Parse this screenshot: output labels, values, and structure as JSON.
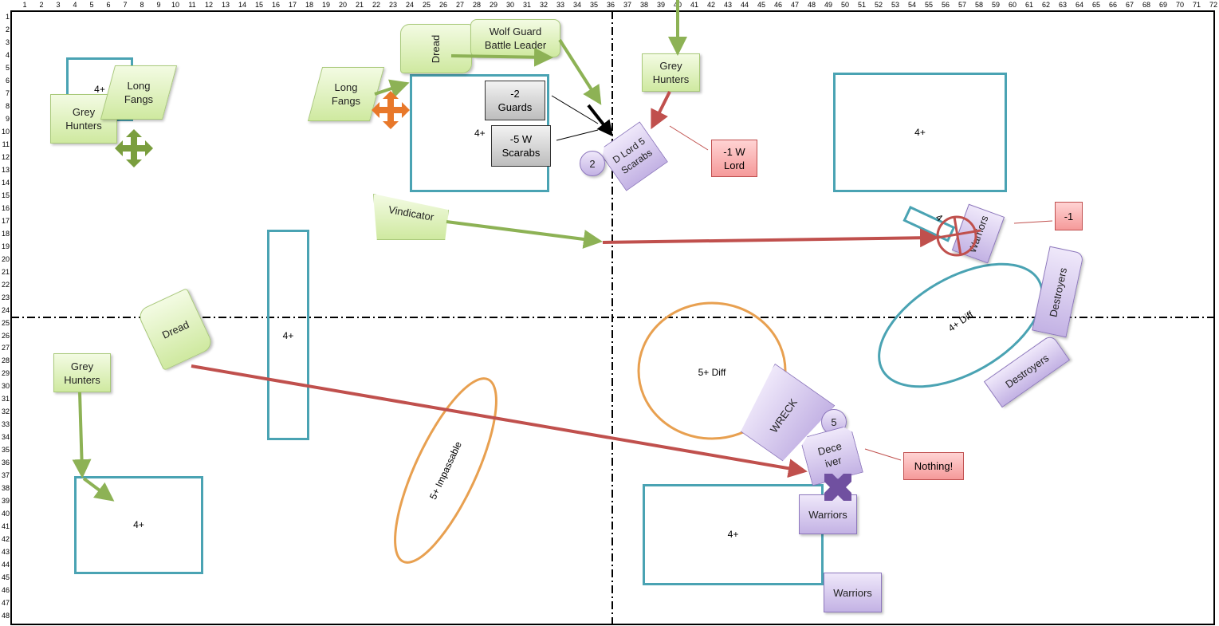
{
  "columns": [
    1,
    2,
    3,
    4,
    5,
    6,
    7,
    8,
    9,
    10,
    11,
    12,
    13,
    14,
    15,
    16,
    17,
    18,
    19,
    20,
    21,
    22,
    23,
    24,
    25,
    26,
    27,
    28,
    29,
    30,
    31,
    32,
    33,
    34,
    35,
    36,
    37,
    38,
    39,
    40,
    41,
    42,
    43,
    44,
    45,
    46,
    47,
    48,
    49,
    50,
    51,
    52,
    53,
    54,
    55,
    56,
    57,
    58,
    59,
    60,
    61,
    62,
    63,
    64,
    65,
    66,
    67,
    68,
    69,
    70,
    71,
    72
  ],
  "rows": [
    1,
    2,
    3,
    4,
    5,
    6,
    7,
    8,
    9,
    10,
    11,
    12,
    13,
    14,
    15,
    16,
    17,
    18,
    19,
    20,
    21,
    22,
    23,
    24,
    25,
    26,
    27,
    28,
    29,
    30,
    31,
    32,
    33,
    34,
    35,
    36,
    37,
    38,
    39,
    40,
    41,
    42,
    43,
    44,
    45,
    46,
    47,
    48
  ],
  "colors": {
    "terrain": "#4aa3b3",
    "difficult": "#e8a050",
    "space_wolves": "#cfe9a0",
    "necrons": "#c3b2e4",
    "move_arrow": "#8db255",
    "fire_arrow": "#c0504d"
  },
  "terrain": {
    "t1": "4+",
    "t2": "4+",
    "t3": "4+",
    "t4": "4+",
    "t5": "4+",
    "t6": "4+",
    "t7": "4",
    "diff_4": "4+ Diff",
    "diff_5": "5+ Diff",
    "impassable": "5+ Impassable"
  },
  "space_wolves": {
    "grey_hunters_1": "Grey Hunters",
    "long_fangs_1": "Long Fangs",
    "long_fangs_2": "Long Fangs",
    "dread_1": "Dread",
    "wolf_guard": "Wolf Guard Battle Leader",
    "grey_hunters_2": "Grey Hunters",
    "vindicator": "Vindicator",
    "dread_2": "Dread",
    "grey_hunters_3": "Grey Hunters"
  },
  "necrons": {
    "dlord": "D Lord 5 Scarabs",
    "badge_2": "2",
    "warriors_1": "Warriors",
    "destroyers_1": "Destroyers",
    "destroyers_2": "Destroyers",
    "wreck": "WRECK",
    "badge_5": "5",
    "deceiver": "Dece iver",
    "warriors_2": "Warriors",
    "warriors_3": "Warriors"
  },
  "results": {
    "guards": "-2 Guards",
    "scarabs": "-5 W Scarabs",
    "lord": "-1 W Lord",
    "warriors": "-1",
    "nothing": "Nothing!"
  },
  "icons": [
    "move-cross-icon-green",
    "move-cross-icon-orange",
    "move-cross-icon-purple",
    "target-crosshair-icon"
  ]
}
